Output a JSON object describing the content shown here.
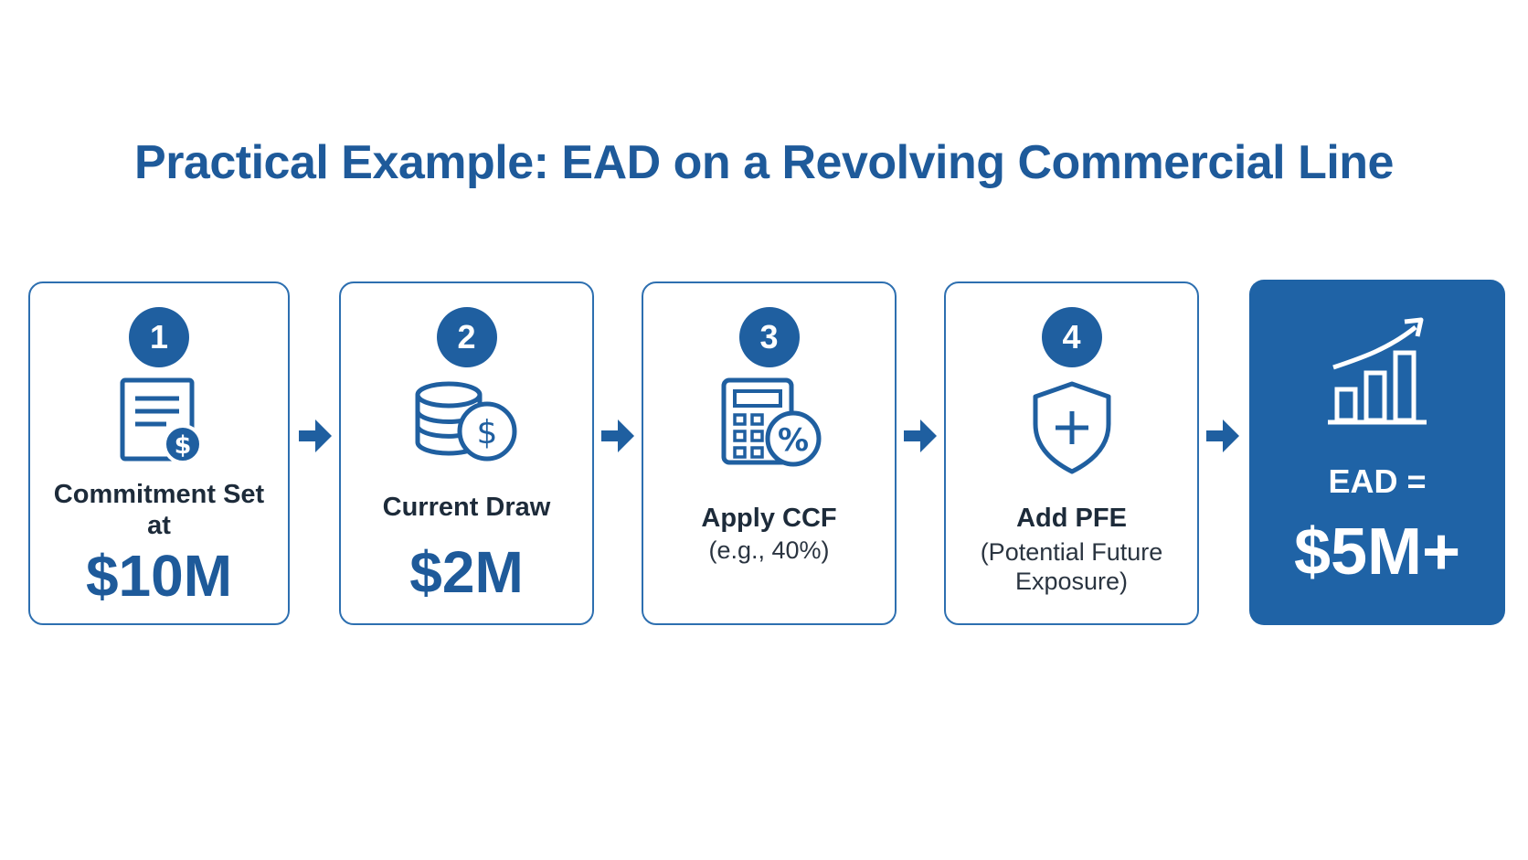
{
  "title": "Practical Example: EAD on a Revolving Commercial Line",
  "steps": [
    {
      "number": "1",
      "label_line1": "Commitment Set",
      "label_line2": "at",
      "amount": "$10M",
      "icon": "document-dollar-icon"
    },
    {
      "number": "2",
      "label": "Current Draw",
      "amount": "$2M",
      "icon": "coins-dollar-icon"
    },
    {
      "number": "3",
      "label": "Apply CCF",
      "sub": "(e.g., 40%)",
      "icon": "calculator-percent-icon"
    },
    {
      "number": "4",
      "label": "Add PFE",
      "sub_line1": "(Potential Future",
      "sub_line2": "Exposure)",
      "icon": "shield-plus-icon"
    }
  ],
  "result": {
    "label": "EAD =",
    "amount": "$5M+",
    "icon": "growth-chart-icon"
  },
  "colors": {
    "primary": "#1f5fa0",
    "title": "#1e5a9a",
    "text": "#1d2b3a",
    "background": "#ffffff"
  }
}
